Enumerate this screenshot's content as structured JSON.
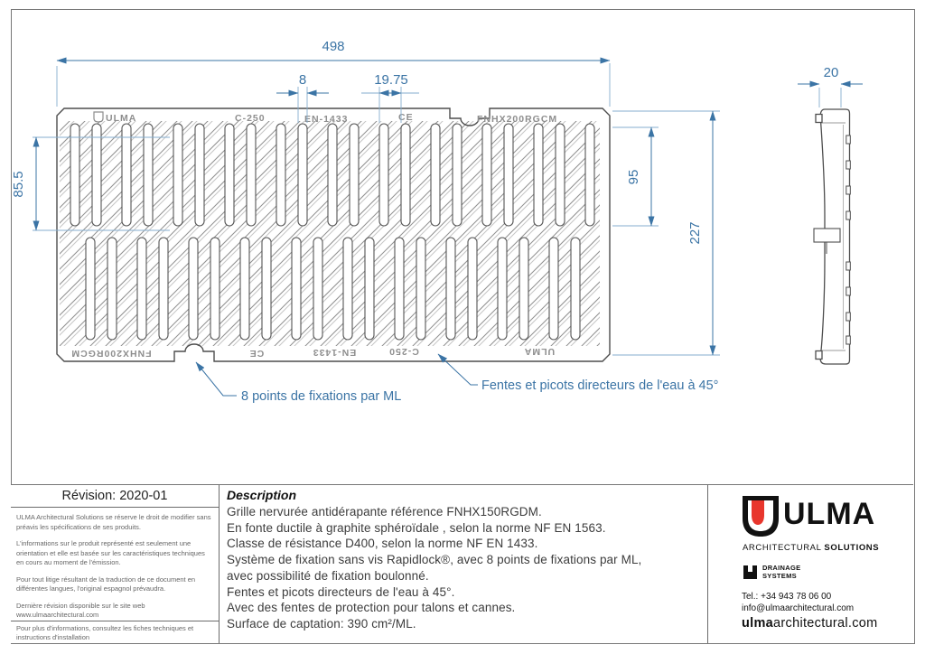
{
  "colors": {
    "dimension_blue": "#3b74a5",
    "drawing_line_gray": "#4d4d4d",
    "logo_red": "#e8362d",
    "logo_black": "#111111"
  },
  "drawing": {
    "dim_width": "498",
    "dim_slot_width": "8",
    "dim_slot_pitch": "19.75",
    "dim_left_height": "85.5",
    "dim_right_height": "95",
    "dim_total_height": "227",
    "dim_side_thickness": "20",
    "marking_ulma": "ULMA",
    "marking_class": "C-250",
    "marking_norm": "EN-1433",
    "marking_ce": "CE",
    "marking_ref": "FNHX200RGCM",
    "annotation_fixations": "8 points de fixations par ML",
    "annotation_fentes": "Fentes et picots directeurs de l'eau à 45°"
  },
  "title_block": {
    "revision": "Révision: 2020-01",
    "disclaimers": [
      "ULMA Architectural Solutions se réserve le droit de modifier sans préavis les spécifications de ses produits.",
      "L'informations sur le produit représenté est seulement une orientation et elle est basée sur les caractéristiques techniques en cours au moment de l'émission.",
      "Pour tout litige résultant de la traduction de ce document en différentes langues, l'original espagnol prévaudra.",
      "Dernière révision disponible sur le site web www.ulmaarchitectural.com"
    ],
    "footer_note": "Pour plus d'informations, consultez les fiches techniques et instructions d'installation",
    "description_title": "Description",
    "description_lines": [
      "Grille nervurée antidérapante référence FNHX150RGDM.",
      "En fonte ductile à graphite sphéroïdale , selon la norme NF EN 1563.",
      "Classe de résistance D400, selon la norme NF EN 1433.",
      "Système de fixation sans vis Rapidlock®, avec 8 points de fixations par ML,",
      "avec possibilité de fixation boulonné.",
      "Fentes et picots directeurs de l'eau à 45°.",
      "Avec des fentes de protection pour talons et  cannes.",
      "Surface de captation: 390 cm²/ML."
    ],
    "brand": {
      "name": "ULMA",
      "tagline_normal": "ARCHITECTURAL ",
      "tagline_bold": "SOLUTIONS",
      "division_line1": "DRAINAGE",
      "division_line2": "SYSTEMS",
      "tel": "Tel.: +34 943 78 06 00",
      "email": "info@ulmaarchitectural.com",
      "web_bold": "ulma",
      "web_rest": "architectural.com"
    }
  }
}
